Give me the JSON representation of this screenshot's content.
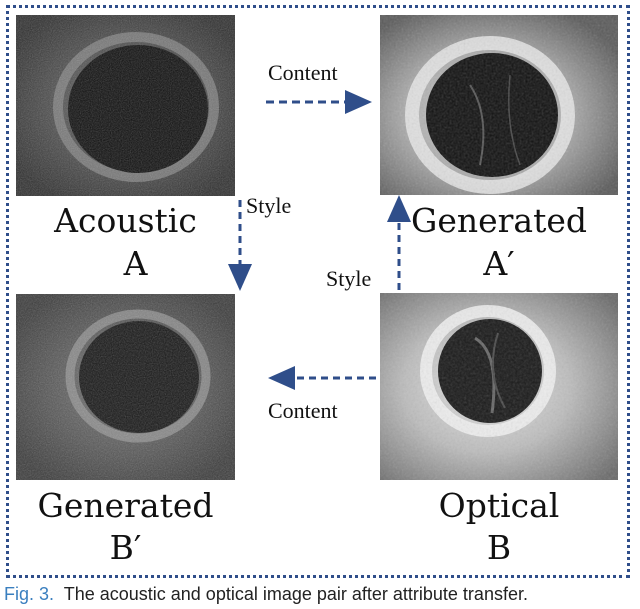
{
  "figure": {
    "panels": {
      "acoustic": {
        "label_line1": "Acoustic",
        "label_line2": "A"
      },
      "generated_a": {
        "label_line1": "Generated",
        "label_line2": "A′"
      },
      "generated_b": {
        "label_line1": "Generated",
        "label_line2": "B′"
      },
      "optical": {
        "label_line1": "Optical",
        "label_line2": "B"
      }
    },
    "arrows": {
      "top": "Content",
      "bottom": "Content",
      "left": "Style",
      "right": "Style"
    },
    "colors": {
      "arrow": "#2f4e8a",
      "frame": "#2f4e8a",
      "caption_label": "#3a7fbf"
    }
  },
  "caption": {
    "label": "Fig. 3.",
    "text": "The acoustic and optical image pair after attribute transfer."
  }
}
